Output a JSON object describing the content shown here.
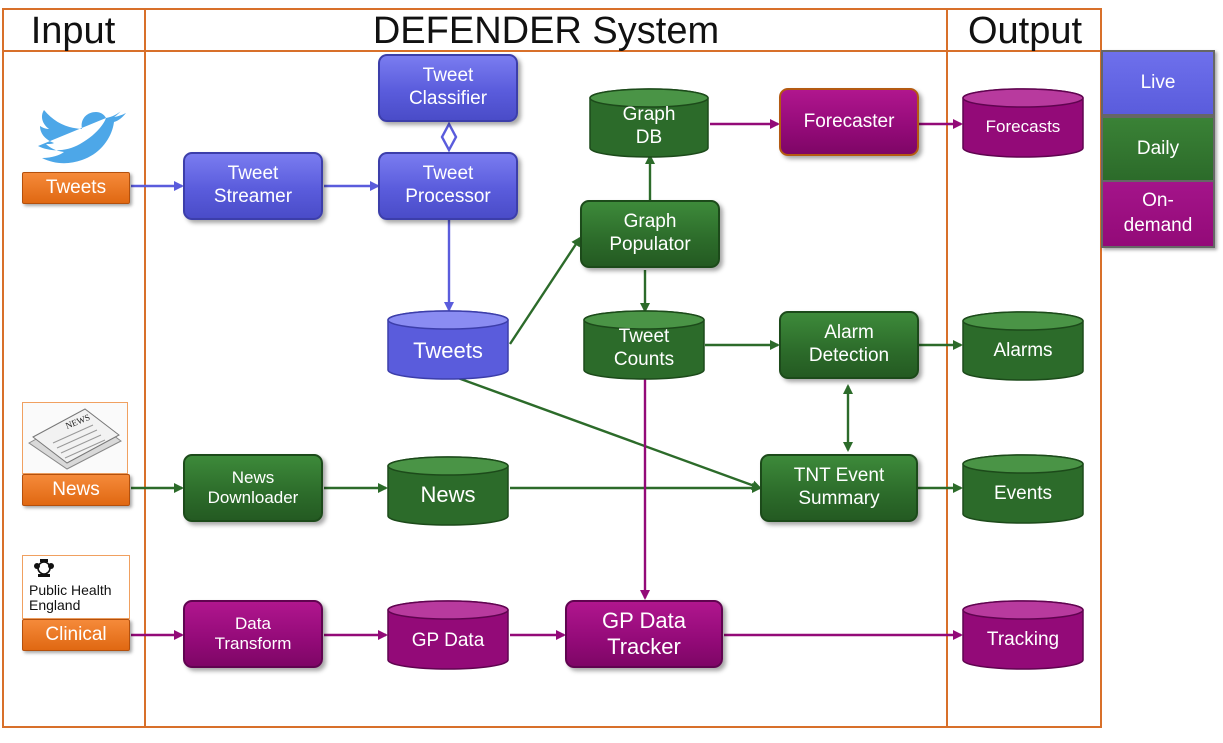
{
  "columns": {
    "input": "Input",
    "system": "DEFENDER System",
    "output": "Output"
  },
  "inputs": {
    "tweets": "Tweets",
    "news": "News",
    "clinical": "Clinical",
    "phe_logo": "Public Health\nEngland"
  },
  "nodes": {
    "tweet_streamer": "Tweet\nStreamer",
    "tweet_classifier": "Tweet\nClassifier",
    "tweet_processor": "Tweet\nProcessor",
    "tweets_store": "Tweets",
    "graph_db": "Graph\nDB",
    "graph_populator": "Graph\nPopulator",
    "forecaster": "Forecaster",
    "tweet_counts": "Tweet\nCounts",
    "alarm_detection": "Alarm\nDetection",
    "news_downloader": "News\nDownloader",
    "news_store": "News",
    "tnt_event_summary": "TNT Event\nSummary",
    "data_transform": "Data\nTransform",
    "gp_data": "GP Data",
    "gp_data_tracker": "GP Data\nTracker"
  },
  "outputs": {
    "forecasts": "Forecasts",
    "alarms": "Alarms",
    "events": "Events",
    "tracking": "Tracking"
  },
  "legend": [
    {
      "label": "Live",
      "color": "#5a5cdc"
    },
    {
      "label": "Daily",
      "color": "#2c6b2a"
    },
    {
      "label": "On-\ndemand",
      "color": "#930a78"
    }
  ],
  "colors": {
    "frame": "#d8702a",
    "live": "#5a5cdc",
    "daily": "#2c6b2a",
    "on_demand": "#930a78",
    "input": "#e8721e"
  },
  "icons": {
    "twitter": "twitter-bird-icon",
    "newspaper": "newspaper-icon",
    "crest": "royal-crest-icon"
  }
}
